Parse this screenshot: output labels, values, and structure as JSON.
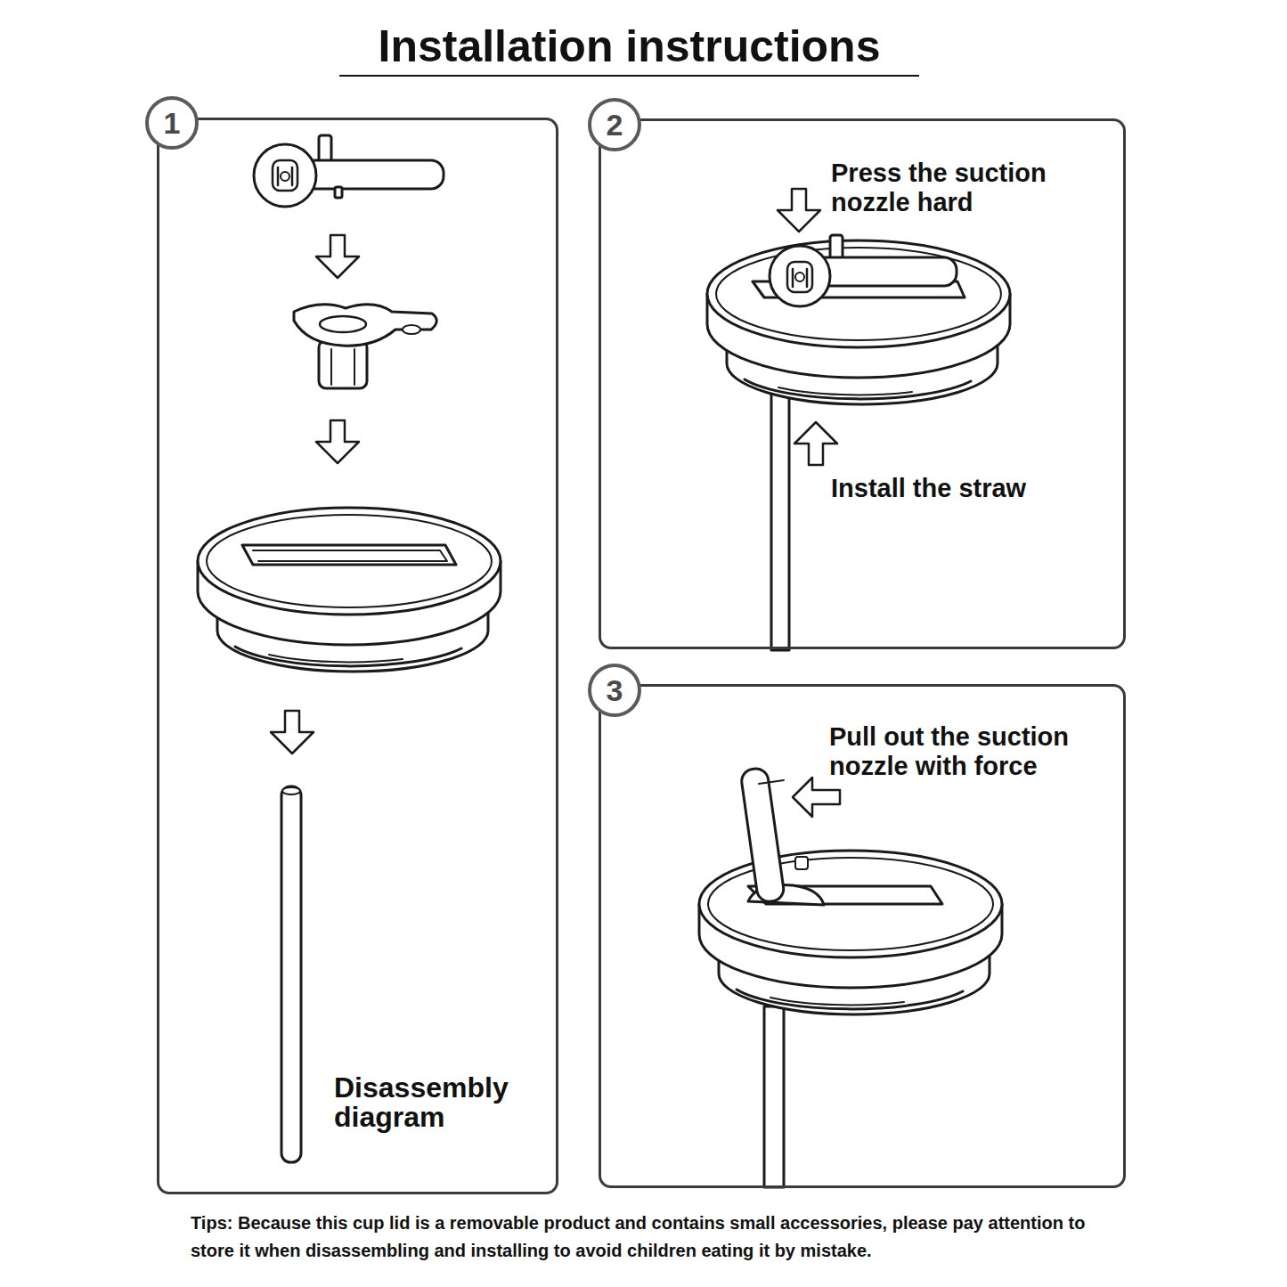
{
  "diagram": {
    "title": "Installation instructions",
    "nodes": [
      {
        "text": [
          "Disassembly diagram"
        ]
      },
      {
        "text": [
          "1"
        ],
        "in": 0
      },
      {
        "text": [
          "Press the suction nozzle hard",
          "Install the straw"
        ]
      },
      {
        "text": [
          "2"
        ],
        "in": 2
      },
      {
        "text": [
          "Pull out the suction nozzle with force"
        ]
      },
      {
        "text": [
          "3"
        ],
        "in": 4
      }
    ],
    "labels": [
      "Tips: Because this cup lid is a removable product and contains small accessories, please pay attention to store it when disassembling and installing to avoid children eating it by mistake."
    ]
  }
}
